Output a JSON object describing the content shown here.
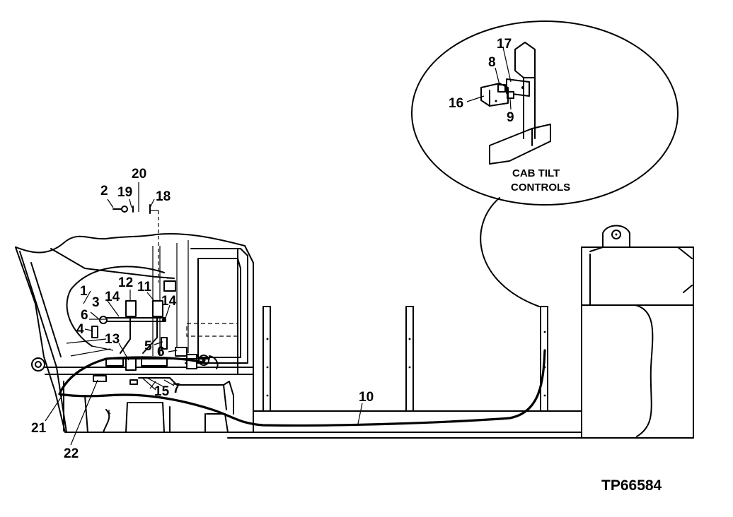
{
  "callouts": {
    "c1": "1",
    "c2": "2",
    "c3": "3",
    "c4": "4",
    "c5": "5",
    "c6a": "6",
    "c6b": "6",
    "c7": "7",
    "c8": "8",
    "c9": "9",
    "c10": "10",
    "c11": "11",
    "c12": "12",
    "c13": "13",
    "c14a": "14",
    "c14b": "14",
    "c15": "15",
    "c16": "16",
    "c17": "17",
    "c18": "18",
    "c19": "19",
    "c20": "20",
    "c21": "21",
    "c22": "22"
  },
  "detail_caption": {
    "line1": "CAB TILT",
    "line2": "CONTROLS"
  },
  "figure_id": "TP66584"
}
